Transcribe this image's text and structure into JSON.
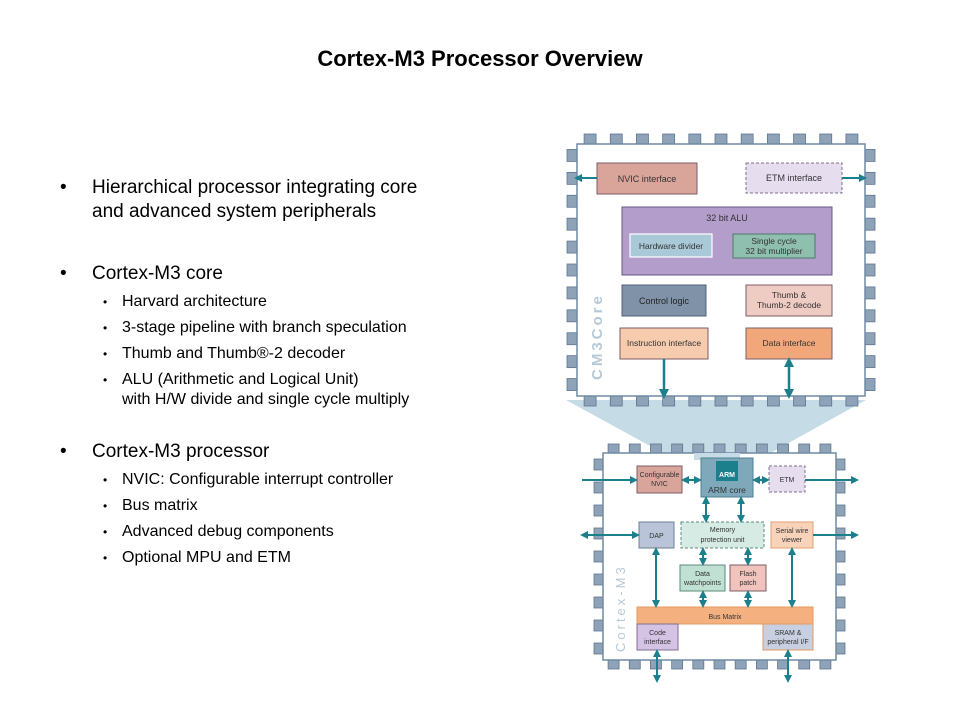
{
  "slide": {
    "title": "Cortex-M3 Processor Overview",
    "bullets": [
      {
        "text": "Hierarchical processor integrating core and advanced system peripherals",
        "lines": [
          "Hierarchical processor integrating core",
          "and advanced system peripherals"
        ],
        "sub": []
      },
      {
        "text": "Cortex-M3 core",
        "lines": [
          "Cortex-M3 core"
        ],
        "sub": [
          "Harvard architecture",
          "3-stage pipeline with branch speculation",
          "Thumb and Thumb®-2 decoder",
          "ALU (Arithmetic and Logical Unit)",
          "with H/W divide and single cycle multiply"
        ]
      },
      {
        "text": "Cortex-M3 processor",
        "lines": [
          "Cortex-M3 processor"
        ],
        "sub": [
          "NVIC: Configurable interrupt controller",
          "Bus matrix",
          "Advanced debug components",
          "Optional MPU and ETM"
        ]
      }
    ]
  },
  "diagram": {
    "core": {
      "vertical_label": "CM3Core",
      "nvic_interface": "NVIC interface",
      "etm_interface": "ETM interface",
      "alu": "32 bit ALU",
      "hw_divider": "Hardware divider",
      "multiplier_line1": "Single cycle",
      "multiplier_line2": "32 bit multiplier",
      "control_logic": "Control logic",
      "thumb_line1": "Thumb &",
      "thumb_line2": "Thumb-2 decode",
      "instruction_interface": "Instruction interface",
      "data_interface": "Data interface"
    },
    "processor": {
      "vertical_label": "Cortex-M3",
      "nvic_line1": "Configurable",
      "nvic_line2": "NVIC",
      "arm_logo": "ARM",
      "arm_core": "ARM core",
      "etm": "ETM",
      "dap": "DAP",
      "mpu_line1": "Memory",
      "mpu_line2": "protection unit",
      "swv_line1": "Serial wire",
      "swv_line2": "viewer",
      "dwt_line1": "Data",
      "dwt_line2": "watchpoints",
      "fp_line1": "Flash",
      "fp_line2": "patch",
      "bus_matrix": "Bus Matrix",
      "code_line1": "Code",
      "code_line2": "interface",
      "sram_line1": "SRAM &",
      "sram_line2": "peripheral I/F"
    },
    "colors": {
      "pin": "#8fa3b8",
      "chip_border": "#6f8aa3",
      "arrow": "#1b7f8c",
      "zoom_cone": "#c5dbe6",
      "nvic": "#d9a59b",
      "etm": "#e6ddef",
      "alu": "#b39dcb",
      "divider": "#a9c9d8",
      "multiplier": "#8fbfae",
      "control": "#7f92a8",
      "thumb": "#eecbc3",
      "instr": "#f7ccae",
      "data_if": "#f2a77a",
      "arm_core": "#7fa9bb",
      "dap": "#bac4d8",
      "mpu": "#d6ebe3",
      "swv": "#f9d3b9",
      "dwt": "#bfe0d3",
      "fp": "#f1c3bd",
      "bus": "#f5b07f",
      "code": "#d5c3e4",
      "sram": "#c7cfe0",
      "label": "#b7c9d6"
    }
  }
}
